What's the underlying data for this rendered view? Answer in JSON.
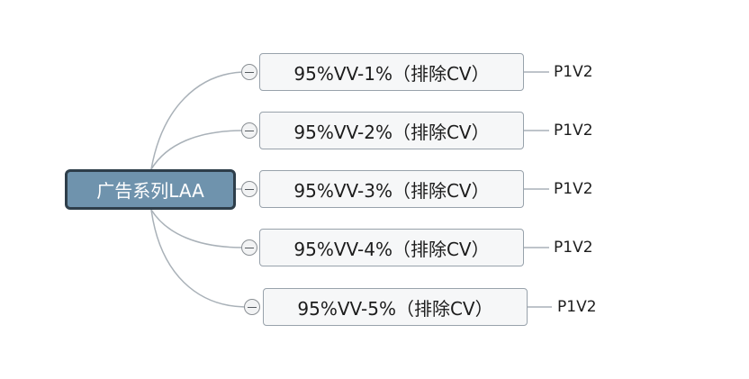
{
  "root": {
    "label": "广告系列LAA"
  },
  "branches": [
    {
      "label": "95%VV-1%（排除CV）",
      "child": "P1V2"
    },
    {
      "label": "95%VV-2%（排除CV）",
      "child": "P1V2"
    },
    {
      "label": "95%VV-3%（排除CV）",
      "child": "P1V2"
    },
    {
      "label": "95%VV-4%（排除CV）",
      "child": "P1V2"
    },
    {
      "label": "95%VV-5%（排除CV）",
      "child": "P1V2"
    }
  ],
  "colors": {
    "root_fill": "#6f93ad",
    "root_border": "#2e3e4a",
    "branch_fill": "#f6f7f8",
    "branch_border": "#98a2ab",
    "connector": "#a9b1b8"
  },
  "icons": {
    "toggle": "collapse-minus-icon"
  }
}
